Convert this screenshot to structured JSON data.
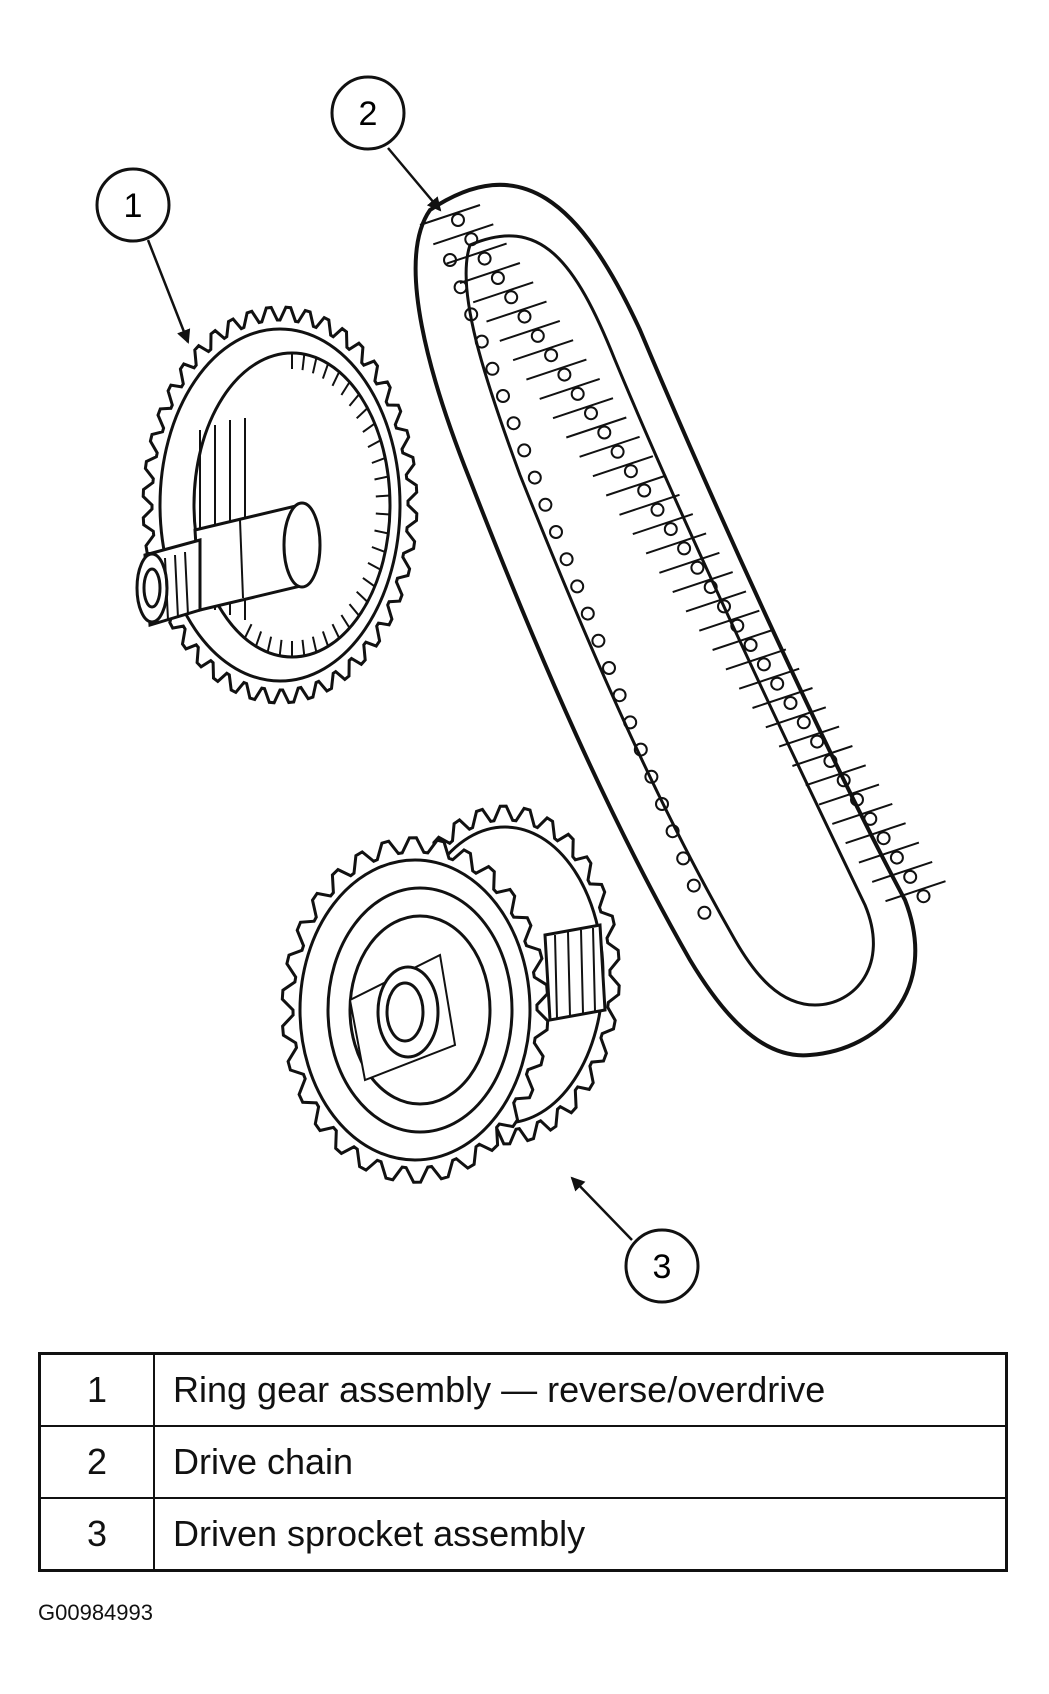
{
  "callouts": [
    {
      "number": "1"
    },
    {
      "number": "2"
    },
    {
      "number": "3"
    }
  ],
  "legend": [
    {
      "number": "1",
      "description": "Ring gear assembly — reverse/overdrive"
    },
    {
      "number": "2",
      "description": "Drive chain"
    },
    {
      "number": "3",
      "description": "Driven sprocket assembly"
    }
  ],
  "figure_id": "G00984993"
}
